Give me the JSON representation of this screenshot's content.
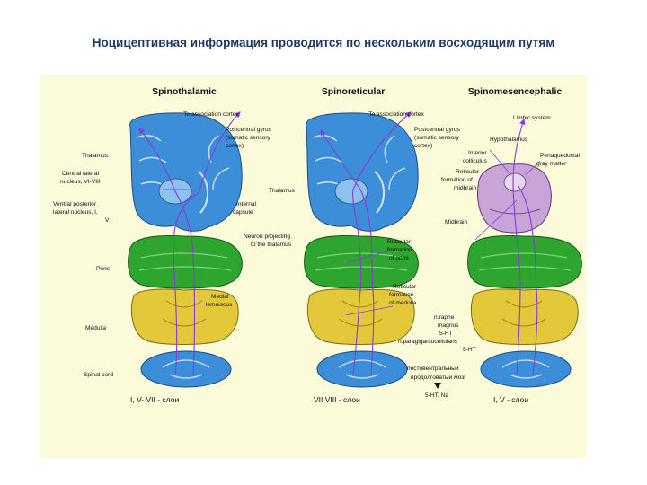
{
  "slide": {
    "title": "Ноцицептивная информация проводится по нескольким восходящим путям"
  },
  "columns": {
    "spinothalamic": "Spinothalamic",
    "spinoreticular": "Spinoreticular",
    "spinomesencephalic": "Spinomesencephalic"
  },
  "labels": {
    "to_assoc_1": "To association cortex",
    "to_assoc_2": "To association cortex",
    "postcentral_1": [
      "Postcentral gyrus",
      "(somatic sensory",
      "cortex)"
    ],
    "postcentral_2": [
      "Postcentral gyrus",
      "(somatic sensory",
      "cortex)"
    ],
    "thalamus_1": "Thalamus:",
    "central_lateral": [
      "Central lateral",
      "nucleus, VI-VIII"
    ],
    "ventral_posterior": [
      "Ventral posterior",
      "lateral nucleus, I,",
      "V"
    ],
    "internal_capsule": [
      "Internal",
      "capsule"
    ],
    "thalamus_2": "Thalamus",
    "neuron_projecting": [
      "Neuron projecting",
      "to the thalamus"
    ],
    "pons": "Pons",
    "medial_lemniscus": [
      "Medial",
      "lemniscus"
    ],
    "medulla": "Medulla",
    "spinal_cord": "Spinal cord",
    "reticular_pons": [
      "Reticular",
      "formation",
      "of pons"
    ],
    "reticular_medulla": [
      "Reticular",
      "formation",
      "of medulla"
    ],
    "limbic_system": "Limbic system",
    "hypothalamus": "Hypothalamus",
    "periaqueductal": [
      "Periaqueductal",
      "gray matter"
    ],
    "inferior_colliculus": [
      "Inferior",
      "colliculus"
    ],
    "reticular_midbrain": [
      "Reticular",
      "formation of",
      "midbrain"
    ],
    "midbrain": "Midbrain",
    "n_raphe": [
      "n.raphe",
      "magnus",
      "5-HT",
      "n.paragigantocellularis",
      "5-HT"
    ],
    "posterolateral_cord": [
      "постовентральный",
      "продолговатый мозг",
      "5-HT, Na"
    ]
  },
  "footers": {
    "layers_1": "I, V- VII -  слои",
    "layers_2": "VII  VIII -  слои",
    "layers_3": "I, V - слои"
  },
  "colors": {
    "cortex": "#3d8ed8",
    "pons": "#2ea52e",
    "medulla": "#e3c83a",
    "spinal": "#3d8ed8",
    "midbrain": "#c8a4d8",
    "pathway": "#8a3ad8",
    "panel_bg": "#fbfbd9",
    "title": "#1f3a63"
  }
}
